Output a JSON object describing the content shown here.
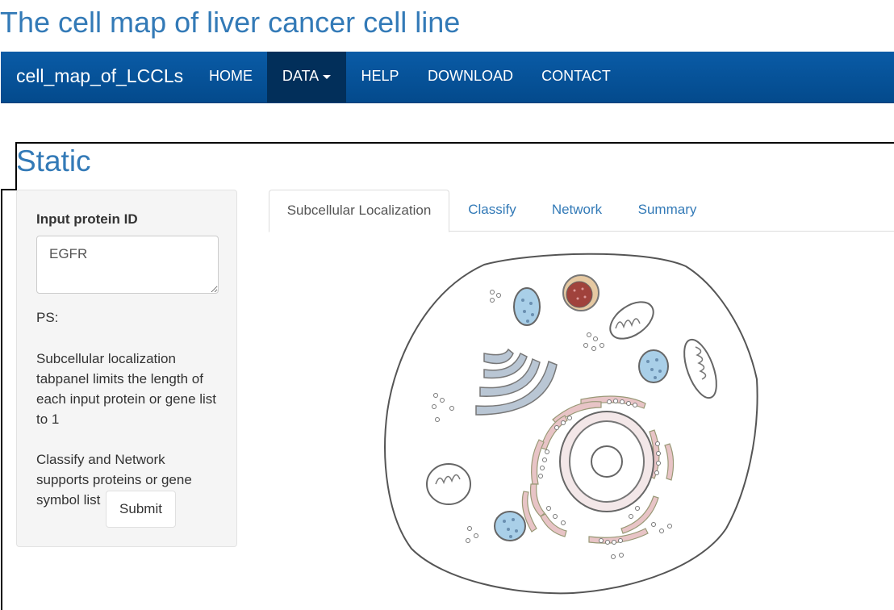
{
  "page": {
    "title": "The cell map of liver cancer cell line"
  },
  "navbar": {
    "brand": "cell_map_of_LCCLs",
    "items": [
      {
        "label": "HOME"
      },
      {
        "label": "DATA",
        "active": true,
        "dropdown": true
      },
      {
        "label": "HELP"
      },
      {
        "label": "DOWNLOAD"
      },
      {
        "label": "CONTACT"
      }
    ]
  },
  "section": {
    "title": "Static"
  },
  "sidebar": {
    "input_label": "Input protein ID",
    "input_value": "EGFR",
    "ps_label": "PS:",
    "note1": "Subcellular localization tabpanel limits the length of each input protein or gene list to 1",
    "note2": "Classify and Network supports proteins or gene symbol list",
    "submit_label": "Submit"
  },
  "tabs": [
    {
      "label": "Subcellular Localization",
      "active": true
    },
    {
      "label": "Classify"
    },
    {
      "label": "Network"
    },
    {
      "label": "Summary"
    }
  ],
  "colors": {
    "accent": "#337ab7",
    "navbar": "#034a8c",
    "er": "#e8c4c6",
    "golgi": "#b9c6d4",
    "vesicle": "#a9cfe8",
    "nucleolus_core": "#a0423c"
  },
  "illustration": {
    "icon": "cell-diagram-icon"
  }
}
